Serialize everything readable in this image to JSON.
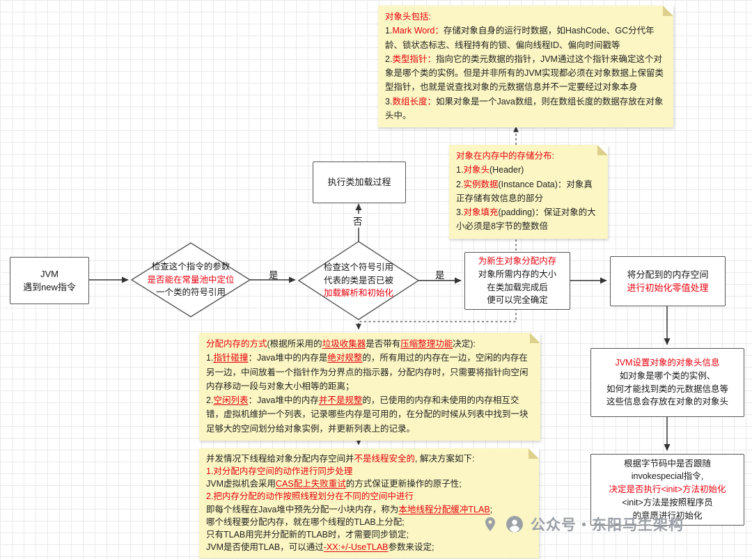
{
  "watermark": {
    "text": "公众号・东阳马生架构"
  },
  "labels": {
    "yes1": "是",
    "no1": "否",
    "yes2": "是"
  },
  "nodes": {
    "jvm_start": {
      "lines": [
        [
          {
            "t": "JVM"
          }
        ],
        [
          {
            "t": "遇到new指令"
          }
        ]
      ]
    },
    "check_symbol_ref": {
      "lines": [
        [
          {
            "t": "检查这个指令的参数"
          }
        ],
        [
          {
            "t": "是否能在常量池中定位",
            "c": "red"
          }
        ],
        [
          {
            "t": "一个类的符号引用"
          }
        ]
      ]
    },
    "check_class_loaded": {
      "lines": [
        [
          {
            "t": "检查这个符号引用"
          }
        ],
        [
          {
            "t": "代表的类是否已被"
          }
        ],
        [
          {
            "t": "加载解析和初始化",
            "c": "red"
          }
        ]
      ]
    },
    "class_loading": {
      "lines": [
        [
          {
            "t": "执行类加载过程"
          }
        ]
      ]
    },
    "allocate_memory": {
      "lines": [
        [
          {
            "t": "为新生对象分配内存",
            "c": "red"
          }
        ],
        [
          {
            "t": "对象所需内存的大小"
          }
        ],
        [
          {
            "t": "在类加载完成后"
          }
        ],
        [
          {
            "t": "便可以完全确定"
          }
        ]
      ]
    },
    "zero_init": {
      "lines": [
        [
          {
            "t": "将分配到的内存空间"
          }
        ],
        [
          {
            "t": "进行初始化零值处理",
            "c": "red"
          }
        ]
      ]
    },
    "set_header": {
      "lines": [
        [
          {
            "t": "JVM设置对象的对象头信息",
            "c": "red"
          }
        ],
        [
          {
            "t": "如对象是哪个类的实例、"
          }
        ],
        [
          {
            "t": "如何才能找到类的元数据信息等"
          }
        ],
        [
          {
            "t": "这些信息会存放在对象的对象头"
          }
        ]
      ]
    },
    "invoke_init": {
      "lines": [
        [
          {
            "t": "根据字节码中是否跟随"
          }
        ],
        [
          {
            "t": "invokespecial指令,"
          }
        ],
        [
          {
            "t": "决定是否执行<init>方法初始化",
            "c": "red"
          }
        ],
        [
          {
            "t": "<init>方法是按照程序员"
          }
        ],
        [
          {
            "t": "的意愿进行初始化"
          }
        ]
      ]
    }
  },
  "notes": {
    "object_header": {
      "lines": [
        [
          {
            "t": "对象头包括:",
            "c": "red"
          }
        ],
        [
          {
            "t": "1."
          },
          {
            "t": "Mark Word：",
            "c": "red"
          },
          {
            "t": "存储对象自身的运行时数据，如HashCode、GC分代年龄、锁状态标志、线程持有的锁、偏向线程ID、偏向时间戳等"
          }
        ],
        [
          {
            "t": "2."
          },
          {
            "t": "类型指针：",
            "c": "red"
          },
          {
            "t": "指向它的类元数据的指针，JVM通过这个指针来确定这个对象是哪个类的实例。但是并非所有的JVM实现都必须在对象数据上保留类型指针，也就是说查找对象的元数据信息并不一定要经过对象本身"
          }
        ],
        [
          {
            "t": "3."
          },
          {
            "t": "数组长度：",
            "c": "red"
          },
          {
            "t": "如果对象是一个Java数组，则在数组长度的数据存放在对象头中。"
          }
        ]
      ]
    },
    "memory_layout": {
      "lines": [
        [
          {
            "t": "对象在内存中的存储分布:",
            "c": "red"
          }
        ],
        [
          {
            "t": "1."
          },
          {
            "t": "对象头",
            "c": "red"
          },
          {
            "t": "(Header)"
          }
        ],
        [
          {
            "t": "2."
          },
          {
            "t": "实例数据",
            "c": "red"
          },
          {
            "t": "(Instance Data)：对象真正存储有效信息的部分"
          }
        ],
        [
          {
            "t": "3."
          },
          {
            "t": "对象填充",
            "c": "red"
          },
          {
            "t": "(padding)：保证对象的大小必须是8字节的整数倍"
          }
        ]
      ]
    },
    "allocation_methods": {
      "lines": [
        [
          {
            "t": "分配内存的方式",
            "c": "red"
          },
          {
            "t": "(根据所采用的"
          },
          {
            "t": "垃圾收集器",
            "c": "red",
            "u": true
          },
          {
            "t": "是否带有"
          },
          {
            "t": "压缩整理功能",
            "c": "red",
            "u": true
          },
          {
            "t": "决定):"
          }
        ],
        [
          {
            "t": "1."
          },
          {
            "t": "指针碰撞",
            "c": "red",
            "u": true
          },
          {
            "t": "：Java堆中的内存是"
          },
          {
            "t": "绝对规整",
            "c": "red",
            "u": true
          },
          {
            "t": "的，所有用过的内存在一边，空闲的内存在另一边，中间放着一个指针作为分界点的指示器，分配内存时，只需要将指针向空闲内存移动一段与对象大小相等的距离；"
          }
        ],
        [
          {
            "t": "2."
          },
          {
            "t": "空闲列表",
            "c": "red",
            "u": true
          },
          {
            "t": "：Java堆中的内存"
          },
          {
            "t": "并不是规整",
            "c": "red",
            "u": true
          },
          {
            "t": "的，已使用的内存和未使用的内存相互交错，虚拟机维护一个列表，记录哪些内存是可用的，在分配的时候从列表中找到一块足够大的空间划分给对象实例，并更新列表上的记录。"
          }
        ]
      ]
    },
    "concurrency": {
      "lines": [
        [
          {
            "t": "并发情况下线程给对象分配内存空间并"
          },
          {
            "t": "不是线程安全的",
            "c": "red"
          },
          {
            "t": ", 解决方案如下:"
          }
        ],
        [
          {
            "t": "1.对分配内存空间的动作进行同步处理",
            "c": "red"
          }
        ],
        [
          {
            "t": "JVM虚拟机会采用"
          },
          {
            "t": "CAS配上失败重试",
            "c": "red",
            "u": true
          },
          {
            "t": "的方式保证更新操作的原子性;"
          }
        ],
        [
          {
            "t": "2.把内存分配的动作按照线程划分在不同的空间中进行",
            "c": "red"
          }
        ],
        [
          {
            "t": "即每个线程在Java堆中预先分配一小块内存，称为"
          },
          {
            "t": "本地线程分配缓冲TLAB",
            "c": "red",
            "u": true
          },
          {
            "t": ";"
          }
        ],
        [
          {
            "t": "哪个线程要分配内存，就在哪个线程的TLAB上分配;"
          }
        ],
        [
          {
            "t": "只有TLAB用完并分配新的TLAB时，才需要同步锁定;"
          }
        ],
        [
          {
            "t": "JVM是否使用TLAB，可以通过"
          },
          {
            "t": "-XX:+/-UseTLAB",
            "c": "red",
            "u": true
          },
          {
            "t": "参数来设定;"
          }
        ]
      ]
    }
  }
}
